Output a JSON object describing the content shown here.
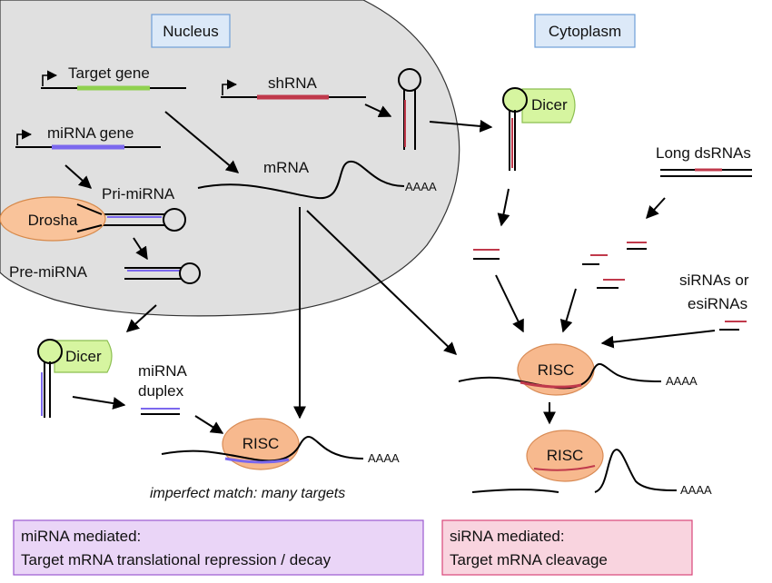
{
  "regions": {
    "nucleus": "Nucleus",
    "cytoplasm": "Cytoplasm"
  },
  "labels": {
    "target_gene": "Target gene",
    "shrna": "shRNA",
    "mirna_gene": "miRNA gene",
    "mrna": "mRNA",
    "pri_mirna": "Pri-miRNA",
    "drosha": "Drosha",
    "pre_mirna": "Pre-miRNA",
    "dicer_left": "Dicer",
    "dicer_right": "Dicer",
    "mirna_duplex_1": "miRNA",
    "mirna_duplex_2": "duplex",
    "long_dsrnas": "Long dsRNAs",
    "sirnas_1": "siRNAs or",
    "sirnas_2": "esiRNAs",
    "risc_left": "RISC",
    "risc_right_1": "RISC",
    "risc_right_2": "RISC",
    "polya_nucleus": "AAAA",
    "polya_left": "AAAA",
    "polya_right_1": "AAAA",
    "polya_right_2": "AAAA",
    "imperfect": "imperfect match: many targets"
  },
  "boxes": {
    "mirna_line1": "miRNA mediated:",
    "mirna_line2": "Target mRNA translational repression / decay",
    "sirna_line1": "siRNA mediated:",
    "sirna_line2": "Target mRNA cleavage"
  },
  "colors": {
    "nucleus_fill": "#e0e0e0",
    "label_box_fill": "#dce9f8",
    "label_box_stroke": "#6f9fd8",
    "green_gene": "#8fd14f",
    "shrna_red": "#c0394b",
    "mirna_purple": "#7b68ee",
    "dicer_fill": "#d6f5a0",
    "drosha_fill": "#f9c39a",
    "risc_fill": "#f7b98e",
    "mirna_box_fill": "#ead5f7",
    "mirna_box_stroke": "#9b59d0",
    "sirna_box_fill": "#f9d4df",
    "sirna_box_stroke": "#d9467a"
  }
}
